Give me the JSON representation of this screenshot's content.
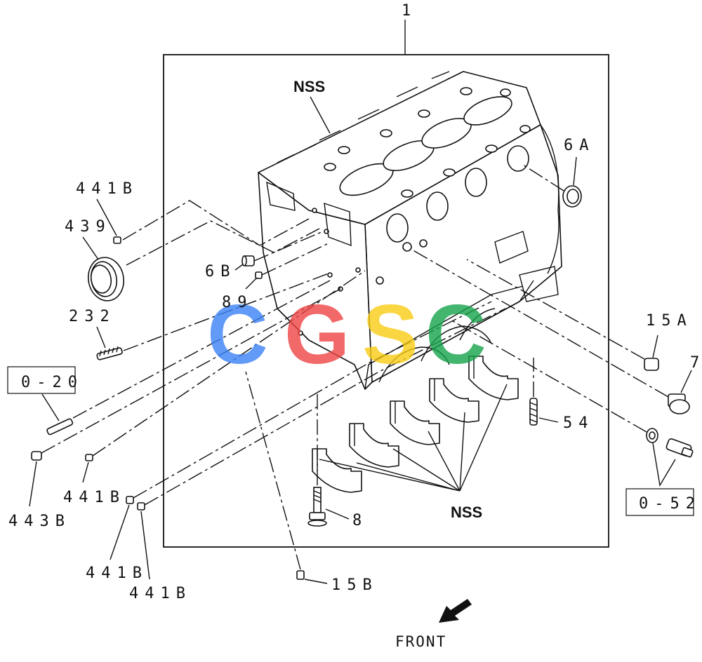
{
  "callouts": {
    "c1": "1",
    "nss_top": "NSS",
    "c6a": "6A",
    "c441b_top": "441B",
    "c439": "439",
    "c6b": "6B",
    "c89": "89",
    "c232": "232",
    "c15a": "15A",
    "c7": "7",
    "c54": "54",
    "c443b": "443B",
    "c441b_mid": "441B",
    "c441b_low1": "441B",
    "c441b_low2": "441B",
    "c8": "8",
    "nss_bottom": "NSS",
    "c15b": "15B"
  },
  "refs": {
    "ref_020": "0-20",
    "ref_052": "0-52"
  },
  "direction_label": "FRONT",
  "watermark": {
    "letters": [
      "C",
      "G",
      "S",
      "C"
    ],
    "colors": [
      "#3b82f6",
      "#ef4444",
      "#facc15",
      "#16a34a"
    ]
  }
}
